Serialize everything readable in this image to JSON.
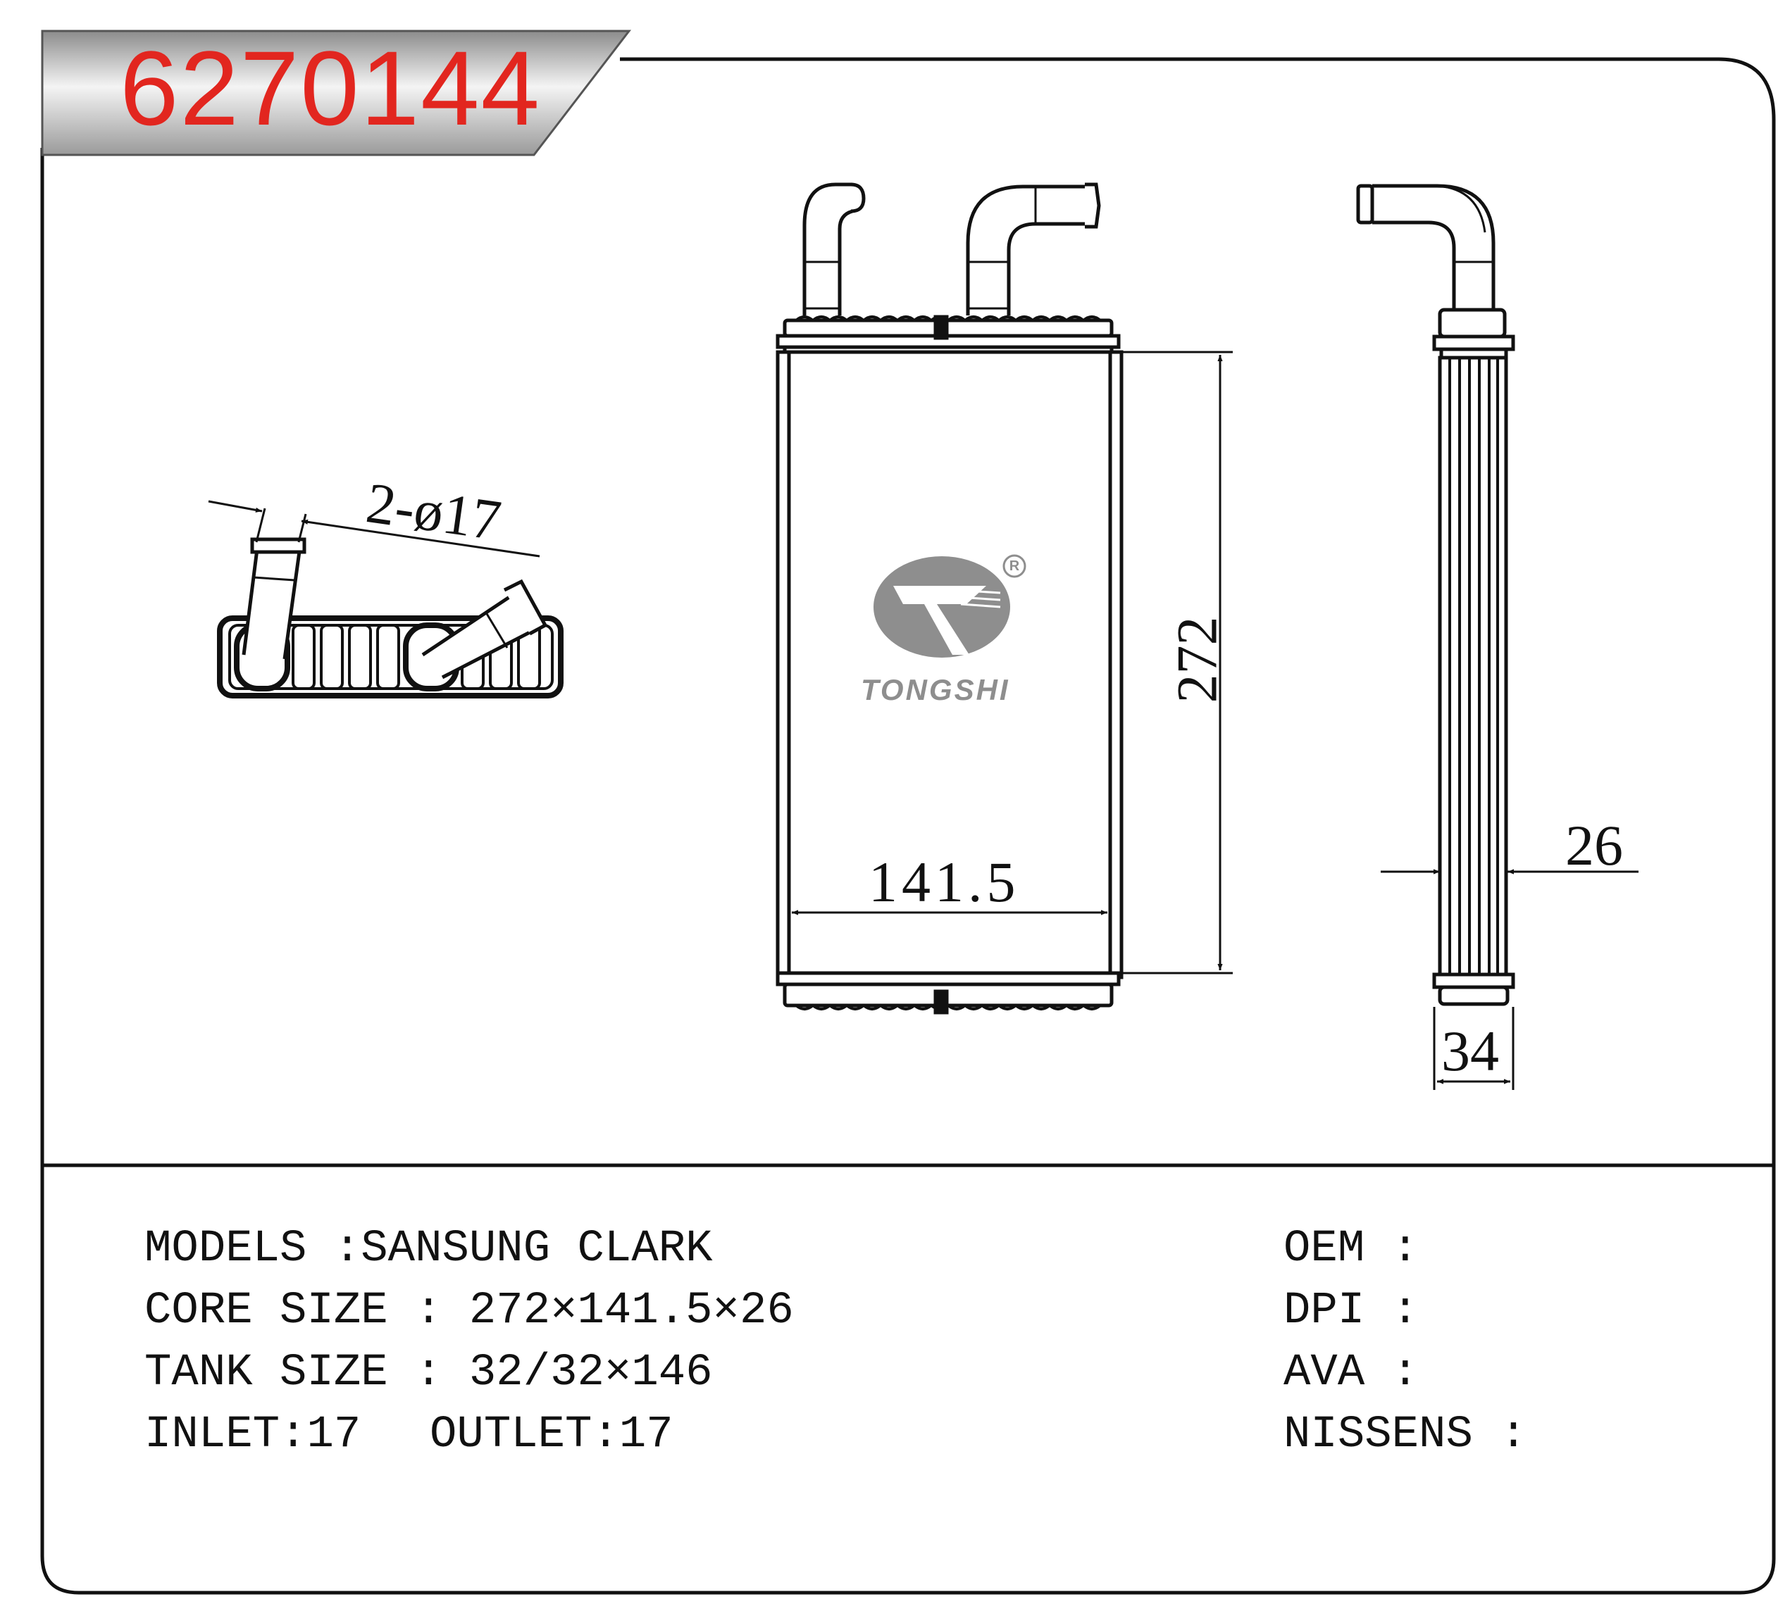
{
  "header": {
    "part_number": "6270144"
  },
  "dimensions": {
    "height": "272",
    "width": "141.5",
    "core_thickness": "26",
    "overall_thickness": "34",
    "pipe_callout": "2-ø17"
  },
  "logo": {
    "brand": "TONGSHI",
    "registered_mark": "R"
  },
  "specs": {
    "models": "MODELS :SANSUNG CLARK",
    "core_size": "CORE SIZE : 272×141.5×26",
    "tank_size": "TANK SIZE : 32/32×146",
    "inlet": "INLET:17",
    "outlet": "OUTLET:17",
    "oem": "OEM :",
    "dpi": "DPI :",
    "ava": "AVA :",
    "nissens": "NISSENS :"
  },
  "colors": {
    "part_number": "#e2261f",
    "ink": "#111111",
    "logo": "#8e8e8e"
  }
}
